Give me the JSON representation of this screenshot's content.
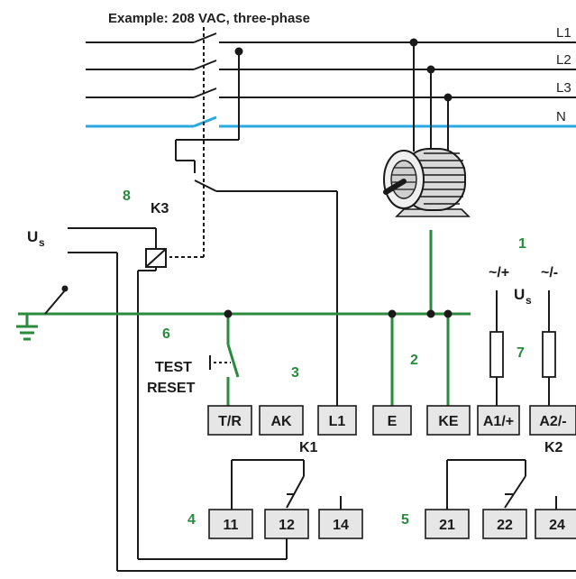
{
  "title": "Example: 208 VAC, three-phase",
  "colors": {
    "ground": "#2a8a3e",
    "neutral": "#29a9e1",
    "wire": "#1a1a1a",
    "number": "#2a8a3e",
    "terminal_fill": "#e6e6e6"
  },
  "lines": [
    "L1",
    "L2",
    "L3",
    "N"
  ],
  "labels": {
    "supply": "U",
    "supply_sub": "s",
    "k3": "K3",
    "k1": "K1",
    "k2": "K2",
    "test": "TEST",
    "reset": "RESET",
    "pos": "~/+",
    "neg": "~/-",
    "us_main": "U",
    "us_sub": "s"
  },
  "numbers": [
    "1",
    "2",
    "3",
    "4",
    "5",
    "6",
    "7",
    "8"
  ],
  "terminals_top": [
    "T/R",
    "AK",
    "L1",
    "E",
    "KE",
    "A1/+",
    "A2/-"
  ],
  "terminals_k1": [
    "11",
    "12",
    "14"
  ],
  "terminals_k2": [
    "21",
    "22",
    "24"
  ]
}
